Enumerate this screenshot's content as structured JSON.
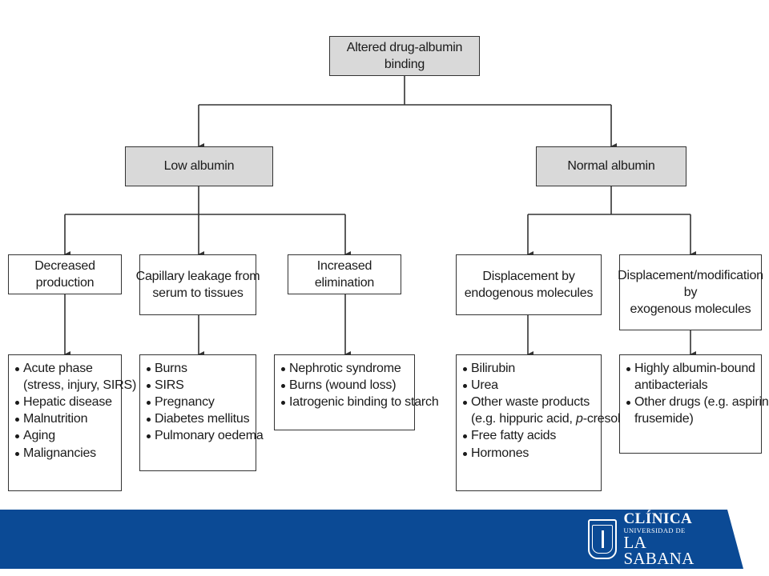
{
  "diagram": {
    "root": {
      "label": "Altered drug-albumin binding"
    },
    "low_albumin": {
      "label": "Low albumin"
    },
    "normal_albumin": {
      "label": "Normal albumin"
    },
    "decreased_production": {
      "label": "Decreased production",
      "items": [
        "Acute phase",
        "(stress, injury, SIRS)",
        "Hepatic disease",
        "Malnutrition",
        "Aging",
        "Malignancies"
      ]
    },
    "capillary_leakage": {
      "label_lines": [
        "Capillary leakage from",
        "serum to tissues"
      ],
      "items": [
        "Burns",
        "SIRS",
        "Pregnancy",
        "Diabetes mellitus",
        "Pulmonary oedema"
      ]
    },
    "increased_elimination": {
      "label": "Increased elimination",
      "items": [
        "Nephrotic syndrome",
        "Burns (wound loss)",
        "Iatrogenic binding to starch"
      ]
    },
    "endogenous_displacement": {
      "label_lines": [
        "Displacement by",
        "endogenous molecules"
      ],
      "items": [
        "Bilirubin",
        "Urea",
        "Other waste products",
        "(e.g. hippuric acid, ",
        "p",
        "-cresol)",
        "Free fatty acids",
        "Hormones"
      ]
    },
    "exogenous_displacement": {
      "label_lines": [
        "Displacement/modification",
        "by",
        "exogenous molecules"
      ],
      "items": [
        "Highly albumin-bound",
        "antibacterials",
        "Other drugs (e.g. aspirin,",
        "frusemide)"
      ]
    }
  },
  "footer": {
    "brand_line1": "CLÍNICA",
    "brand_line2": "UNIVERSIDAD DE",
    "brand_line3": "LA SABANA",
    "band_color": "#0b4a95"
  }
}
